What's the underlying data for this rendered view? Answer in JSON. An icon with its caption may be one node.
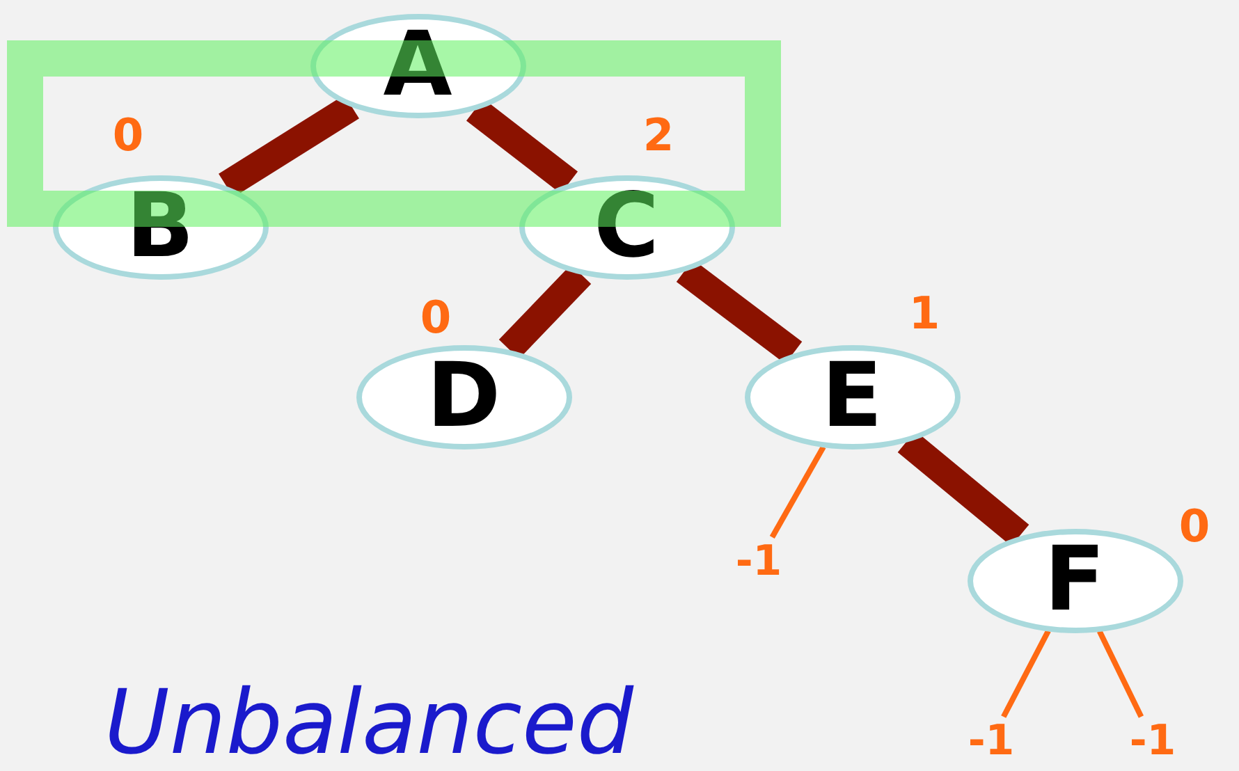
{
  "diagram": {
    "nodes": [
      {
        "text": [
          "A"
        ]
      },
      {
        "text": [
          "B"
        ],
        "beside": [
          "0"
        ]
      },
      {
        "text": [
          "C"
        ],
        "beside": [
          "2"
        ]
      },
      {
        "text": [
          "D"
        ],
        "beside": [
          "0"
        ]
      },
      {
        "text": [
          "E"
        ],
        "beside": [
          "1"
        ]
      },
      {
        "text": [
          "F"
        ],
        "beside": [
          "0"
        ]
      },
      {
        "text": [
          "-1"
        ]
      },
      {
        "text": [
          "-1"
        ]
      },
      {
        "text": [
          "-1"
        ]
      }
    ],
    "edges": [
      {
        "from": 0,
        "to": 1,
        "arrow": "none"
      },
      {
        "from": 0,
        "to": 2,
        "arrow": "none"
      },
      {
        "from": 2,
        "to": 3,
        "arrow": "none"
      },
      {
        "from": 2,
        "to": 4,
        "arrow": "none"
      },
      {
        "from": 4,
        "to": 5,
        "arrow": "none"
      },
      {
        "from": 4,
        "to": 6,
        "arrow": "none",
        "color": "#ff6a13"
      },
      {
        "from": 5,
        "to": 7,
        "arrow": "none",
        "color": "#ff6a13"
      },
      {
        "from": 5,
        "to": 8,
        "arrow": "none",
        "color": "#ff6a13"
      }
    ],
    "labels": [
      "Unbalanced"
    ]
  }
}
